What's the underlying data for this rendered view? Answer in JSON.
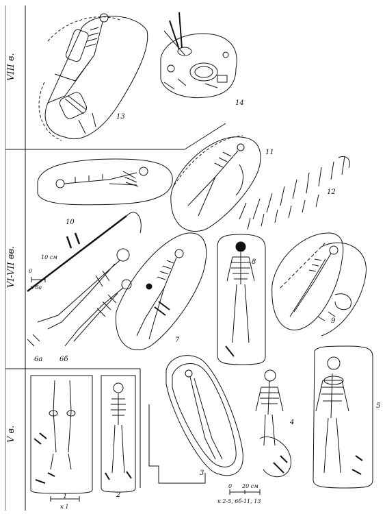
{
  "periods": {
    "p1": "VIII в.",
    "p2": "VI-VII вв.",
    "p3": "V в."
  },
  "figures": {
    "f1": "1",
    "f2": "2",
    "f3": "3",
    "f4": "4",
    "f5": "5",
    "f6a": "6а",
    "f6b": "6б",
    "f7": "7",
    "f8": "8",
    "f9": "9",
    "f10": "10",
    "f11": "11",
    "f12": "12",
    "f13": "13",
    "f14": "14"
  },
  "scales": {
    "s1_zero": "0",
    "s1_value": "10 см",
    "s1_ref": "к 6а",
    "s2_zero": "0",
    "s2_value": "20 см",
    "s2_ref": "к 2-5, 6б-11, 13",
    "s3_ref": "к 1"
  },
  "colors": {
    "ink": "#111111",
    "paper": "#ffffff"
  }
}
